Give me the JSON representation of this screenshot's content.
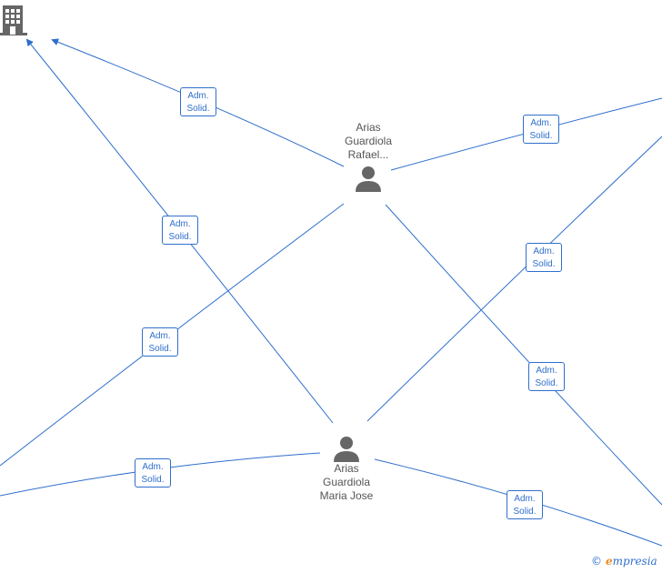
{
  "colors": {
    "edge": "#2f6fcc",
    "node": "#666666",
    "label_text": "#555555",
    "brand_accent": "#f08a24"
  },
  "nodes": {
    "person1": {
      "name_lines": [
        "Arias",
        "Guardiola",
        "Rafael..."
      ],
      "icon": "person-icon"
    },
    "person2": {
      "name_lines": [
        "Arias",
        "Guardiola",
        "Maria Jose"
      ],
      "icon": "person-icon"
    },
    "company": {
      "icon": "building-icon"
    }
  },
  "edge_labels": [
    {
      "line1": "Adm.",
      "line2": "Solid."
    },
    {
      "line1": "Adm.",
      "line2": "Solid."
    },
    {
      "line1": "Adm.",
      "line2": "Solid."
    },
    {
      "line1": "Adm.",
      "line2": "Solid."
    },
    {
      "line1": "Adm.",
      "line2": "Solid."
    },
    {
      "line1": "Adm.",
      "line2": "Solid."
    },
    {
      "line1": "Adm.",
      "line2": "Solid."
    },
    {
      "line1": "Adm.",
      "line2": "Solid."
    }
  ],
  "brand": {
    "copyright": "©",
    "first_letter": "e",
    "rest": "mpresia"
  }
}
